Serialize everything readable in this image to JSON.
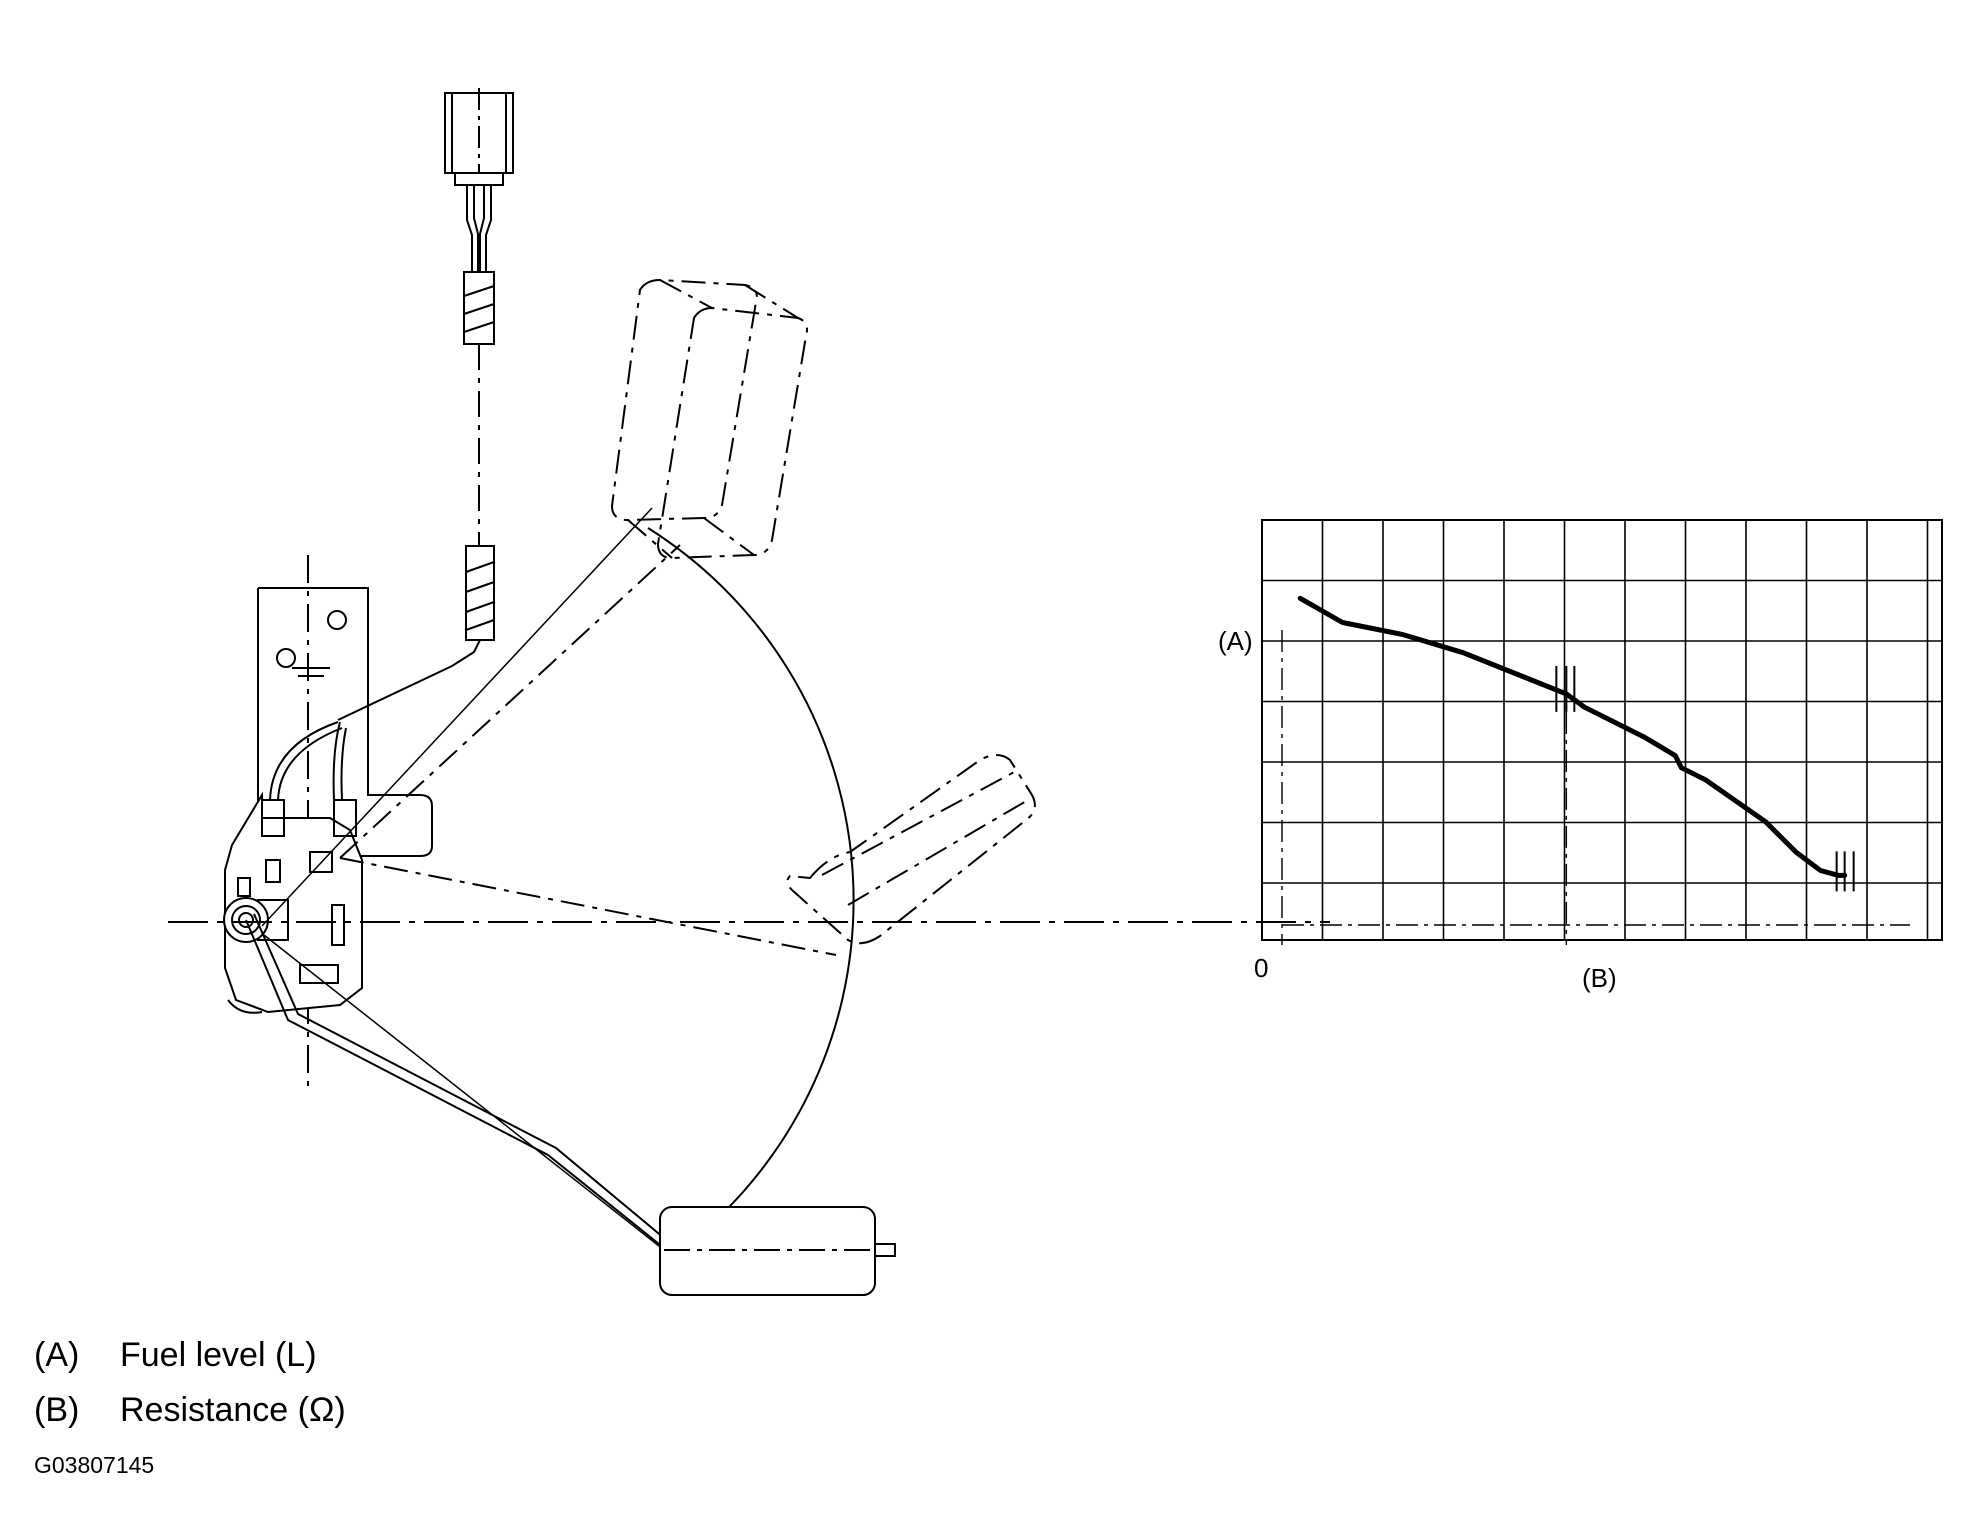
{
  "diagram": {
    "code": "G03807145",
    "legend": [
      {
        "key": "(A)",
        "text": "Fuel level (L)"
      },
      {
        "key": "(B)",
        "text": "Resistance (Ω)"
      }
    ]
  },
  "chart_data": {
    "type": "line",
    "title": "",
    "ylabel": "(A)",
    "xlabel": "(B)",
    "origin_label": "0",
    "grid": true,
    "series": [
      {
        "values": [
          [
            0.3,
            5.4
          ],
          [
            1.0,
            5.0
          ],
          [
            2.0,
            4.8
          ],
          [
            3.0,
            4.5
          ],
          [
            4.0,
            4.1
          ],
          [
            4.7,
            3.82
          ],
          [
            5.0,
            3.6
          ],
          [
            6.0,
            3.1
          ],
          [
            6.5,
            2.8
          ],
          [
            6.6,
            2.6
          ],
          [
            7.0,
            2.4
          ],
          [
            8.0,
            1.7
          ],
          [
            8.5,
            1.2
          ],
          [
            8.9,
            0.9
          ],
          [
            9.2,
            0.82
          ],
          [
            9.3,
            0.82
          ]
        ]
      }
    ]
  }
}
